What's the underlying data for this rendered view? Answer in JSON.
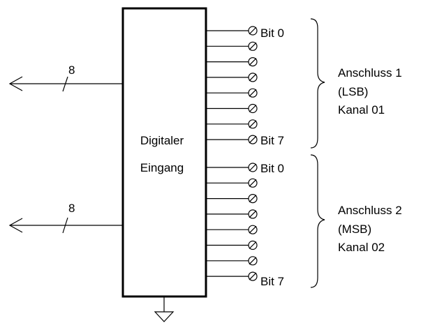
{
  "block": {
    "line1": "Digitaler",
    "line2": "Eingang"
  },
  "buses": [
    {
      "width_label": "8"
    },
    {
      "width_label": "8"
    }
  ],
  "connectors": [
    {
      "bit_first": "Bit 0",
      "bit_last": "Bit 7",
      "name": "Anschluss 1",
      "order": "(LSB)",
      "channel": "Kanal 01",
      "bit_count": 8
    },
    {
      "bit_first": "Bit 0",
      "bit_last": "Bit 7",
      "name": "Anschluss 2",
      "order": "(MSB)",
      "channel": "Kanal 02",
      "bit_count": 8
    }
  ],
  "colors": {
    "line": "#000000",
    "pin_fill": "#ffffff"
  }
}
